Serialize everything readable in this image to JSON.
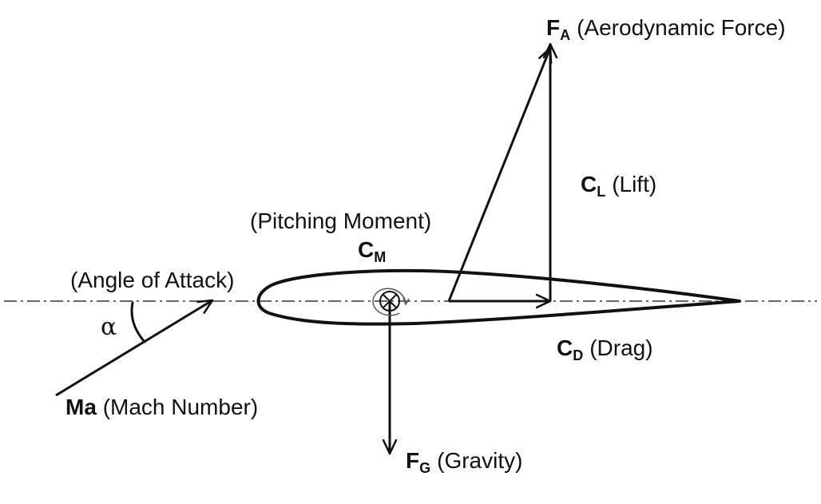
{
  "diagram": {
    "colors": {
      "stroke": "#111111",
      "background": "#ffffff"
    },
    "labels": {
      "aero_force": {
        "symbol": "F",
        "subscript": "A",
        "text": "(Aerodynamic Force)"
      },
      "lift": {
        "symbol": "C",
        "subscript": "L",
        "text": "(Lift)"
      },
      "pitching_moment": {
        "text": "(Pitching Moment)",
        "symbol": "C",
        "subscript": "M"
      },
      "angle_of_attack": {
        "text": "(Angle of Attack)",
        "symbol": "α"
      },
      "drag": {
        "symbol": "C",
        "subscript": "D",
        "text": "(Drag)"
      },
      "mach": {
        "symbol": "Ma",
        "text": "(Mach Number)"
      },
      "gravity": {
        "symbol": "F",
        "subscript": "G",
        "text": "(Gravity)"
      }
    }
  }
}
